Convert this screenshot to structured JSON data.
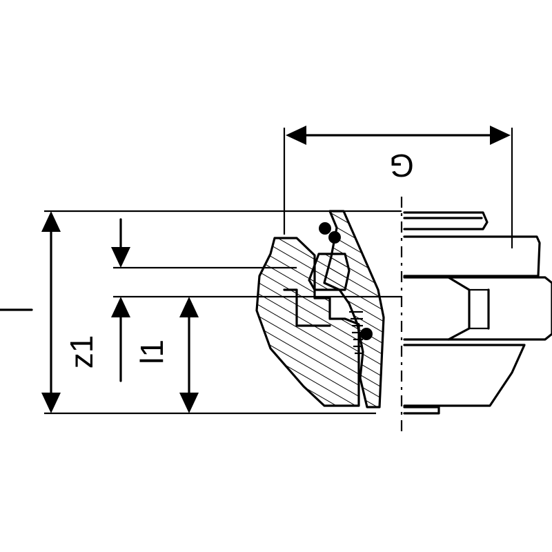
{
  "labels": {
    "g": "G",
    "z1": "z1",
    "l1": "l1"
  }
}
